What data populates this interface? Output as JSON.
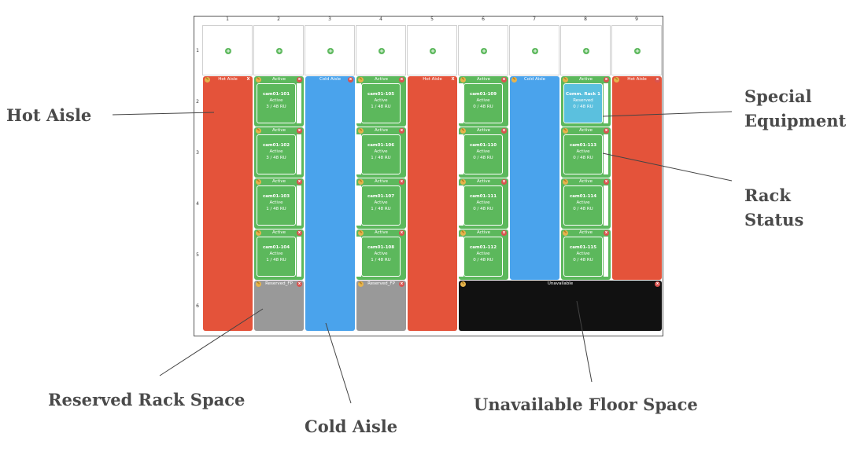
{
  "columns": [
    "1",
    "2",
    "3",
    "4",
    "5",
    "6",
    "7",
    "8",
    "9"
  ],
  "rows": [
    "1",
    "2",
    "3",
    "4",
    "5",
    "6"
  ],
  "aisles": {
    "hot": "Hot Aisle",
    "cold": "Cold Aisle",
    "close": "X"
  },
  "status_header": "Active",
  "reserved_header": "Reserved_FP",
  "unavailable_header": "Unavailable",
  "racks": {
    "c2r2": {
      "name": "cam01-101",
      "status": "Active",
      "ru": "3 / 48 RU"
    },
    "c2r3": {
      "name": "cam01-102",
      "status": "Active",
      "ru": "3 / 48 RU"
    },
    "c2r4": {
      "name": "cam01-103",
      "status": "Active",
      "ru": "1 / 48 RU"
    },
    "c2r5": {
      "name": "cam01-104",
      "status": "Active",
      "ru": "1 / 48 RU"
    },
    "c4r2": {
      "name": "cam01-105",
      "status": "Active",
      "ru": "1 / 48 RU"
    },
    "c4r3": {
      "name": "cam01-106",
      "status": "Active",
      "ru": "1 / 48 RU"
    },
    "c4r4": {
      "name": "cam01-107",
      "status": "Active",
      "ru": "1 / 48 RU"
    },
    "c4r5": {
      "name": "cam01-108",
      "status": "Active",
      "ru": "1 / 48 RU"
    },
    "c6r2": {
      "name": "cam01-109",
      "status": "Active",
      "ru": "0 / 48 RU"
    },
    "c6r3": {
      "name": "cam01-110",
      "status": "Active",
      "ru": "0 / 48 RU"
    },
    "c6r4": {
      "name": "cam01-111",
      "status": "Active",
      "ru": "0 / 48 RU"
    },
    "c6r5": {
      "name": "cam01-112",
      "status": "Active",
      "ru": "0 / 48 RU"
    },
    "c8r2": {
      "name": "Comm. Rack 1",
      "status": "Reserved",
      "ru": "0 / 48 RU"
    },
    "c8r3": {
      "name": "cam01-113",
      "status": "Active",
      "ru": "0 / 48 RU"
    },
    "c8r4": {
      "name": "cam01-114",
      "status": "Active",
      "ru": "0 / 48 RU"
    },
    "c8r5": {
      "name": "cam01-115",
      "status": "Active",
      "ru": "0 / 48 RU"
    }
  },
  "callouts": {
    "hot_aisle": "Hot Aisle",
    "special_equipment": "Special Equipment",
    "rack_status": "Rack Status",
    "reserved_rack_space": "Reserved Rack Space",
    "cold_aisle": "Cold Aisle",
    "unavailable_floor_space": "Unavailable Floor Space"
  },
  "icons": {
    "add": "plus-icon",
    "edit": "pencil-icon",
    "remove": "close-icon"
  },
  "colors": {
    "hot": "#e4533a",
    "cold": "#4aa3ec",
    "active": "#5cb85c",
    "special": "#5bc0de",
    "reserved": "#999999",
    "unavailable": "#111111"
  }
}
